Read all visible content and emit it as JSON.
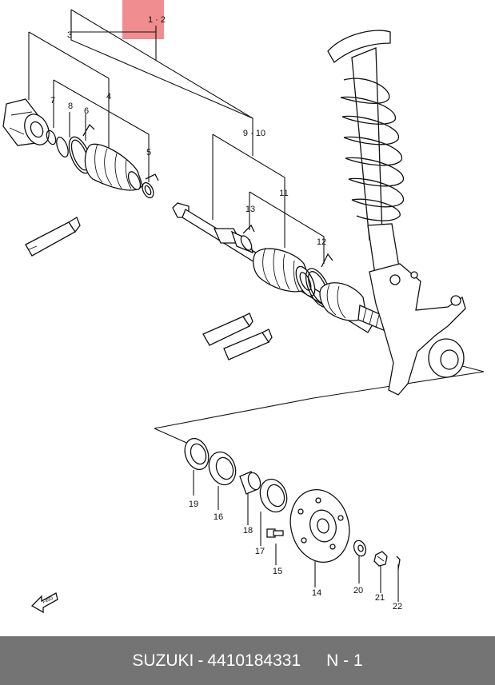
{
  "diagram": {
    "callouts": {
      "c12": "1 · 2",
      "c3": "3",
      "c4": "4",
      "c5": "5",
      "c6": "6",
      "c7": "7",
      "c8": "8",
      "c910": "9 · 10",
      "c11": "11",
      "c12b": "12",
      "c13": "13",
      "c14": "14",
      "c15": "15",
      "c16": "16",
      "c17": "17",
      "c18": "18",
      "c19": "19",
      "c20": "20",
      "c21": "21",
      "c22": "22"
    },
    "fwd_mark": "FWD"
  },
  "footer": {
    "brand": "SUZUKI",
    "separator": "-",
    "part_number": "4410184331",
    "note": "N - 1"
  },
  "colors": {
    "highlight": "#f08d90",
    "footer_background": "#747474",
    "footer_text": "#ffffff",
    "line": "#111111"
  }
}
